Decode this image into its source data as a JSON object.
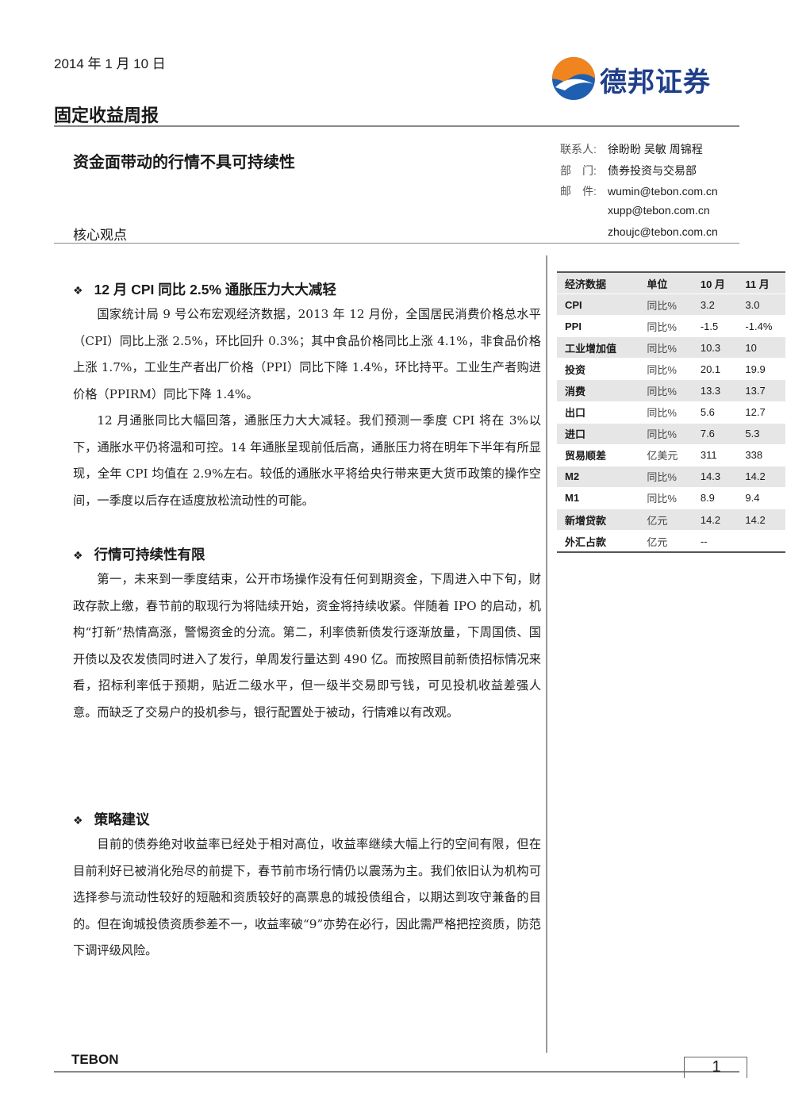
{
  "header": {
    "date": "2014 年 1 月 10 日",
    "brand": "德邦证券",
    "report_type": "固定收益周报",
    "headline": "资金面带动的行情不具可持续性",
    "section_label": "核心观点"
  },
  "contact": {
    "people_label": "联系人:",
    "people": "徐盼盼 吴敏 周锦程",
    "dept_label": "部　门:",
    "dept": "债券投资与交易部",
    "email_label": "邮　件:",
    "emails": [
      "wumin@tebon.com.cn",
      "xupp@tebon.com.cn",
      "zhoujc@tebon.com.cn"
    ]
  },
  "sections": [
    {
      "title": "12 月 CPI 同比 2.5% 通胀压力大大减轻",
      "paragraphs": [
        "国家统计局 9 号公布宏观经济数据，2013 年 12 月份，全国居民消费价格总水平（CPI）同比上涨 2.5%，环比回升 0.3%；其中食品价格同比上涨 4.1%，非食品价格上涨 1.7%，工业生产者出厂价格（PPI）同比下降 1.4%，环比持平。工业生产者购进价格（PPIRM）同比下降 1.4%。",
        "12 月通胀同比大幅回落，通胀压力大大减轻。我们预测一季度 CPI 将在 3%以下，通胀水平仍将温和可控。14 年通胀呈现前低后高，通胀压力将在明年下半年有所显现，全年 CPI 均值在 2.9%左右。较低的通胀水平将给央行带来更大货币政策的操作空间，一季度以后存在适度放松流动性的可能。"
      ]
    },
    {
      "title": "行情可持续性有限",
      "paragraphs": [
        "第一，未来到一季度结束，公开市场操作没有任何到期资金，下周进入中下旬，财政存款上缴，春节前的取现行为将陆续开始，资金将持续收紧。伴随着 IPO 的启动，机构“打新”热情高涨，警惕资金的分流。第二，利率债新债发行逐渐放量，下周国债、国开债以及农发债同时进入了发行，单周发行量达到 490 亿。而按照目前新债招标情况来看，招标利率低于预期，贴近二级水平，但一级半交易即亏钱，可见投机收益差强人意。而缺乏了交易户的投机参与，银行配置处于被动，行情难以有改观。"
      ]
    },
    {
      "title": "策略建议",
      "paragraphs": [
        "目前的债券绝对收益率已经处于相对高位，收益率继续大幅上行的空间有限，但在目前利好已被消化殆尽的前提下，春节前市场行情仍以震荡为主。我们依旧认为机构可选择参与流动性较好的短融和资质较好的高票息的城投债组合，以期达到攻守兼备的目的。但在询城投债资质参差不一，收益率破“9”亦势在必行，因此需严格把控资质，防范下调评级风险。"
      ]
    }
  ],
  "econ_table": {
    "headers": [
      "经济数据",
      "单位",
      "10 月",
      "11 月"
    ],
    "rows": [
      [
        "CPI",
        "同比%",
        "3.2",
        "3.0"
      ],
      [
        "PPI",
        "同比%",
        "-1.5",
        "-1.4%"
      ],
      [
        "工业增加值",
        "同比%",
        "10.3",
        "10"
      ],
      [
        "投资",
        "同比%",
        "20.1",
        "19.9"
      ],
      [
        "消费",
        "同比%",
        "13.3",
        "13.7"
      ],
      [
        "出口",
        "同比%",
        "5.6",
        "12.7"
      ],
      [
        "进口",
        "同比%",
        "7.6",
        "5.3"
      ],
      [
        "贸易顺差",
        "亿美元",
        "311",
        "338"
      ],
      [
        "M2",
        "同比%",
        "14.3",
        "14.2"
      ],
      [
        "M1",
        "同比%",
        "8.9",
        "9.4"
      ],
      [
        "新增贷款",
        "亿元",
        "14.2",
        "14.2"
      ],
      [
        "外汇占款",
        "亿元",
        "--",
        ""
      ]
    ]
  },
  "footer": {
    "company": "TEBON",
    "page": "1"
  },
  "colors": {
    "logo_orange": "#f0841f",
    "logo_blue": "#1f5fb0",
    "table_shade": "#e6e6e6"
  }
}
